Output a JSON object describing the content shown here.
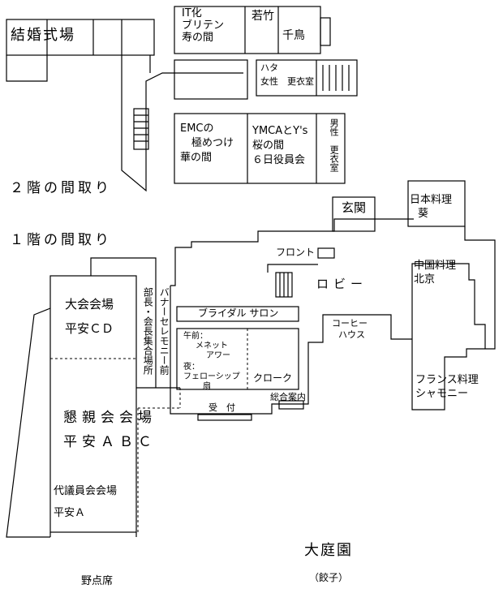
{
  "floor2": {
    "heading": "２階の間取り",
    "wedding_hall": "結婚式場",
    "it_room": [
      "IT化",
      "ブリテン",
      "寿の間"
    ],
    "wakatake": "若竹",
    "chidori": "千鳥",
    "hata_changing": [
      "ハタ",
      "女性　更衣室"
    ],
    "emc_room": [
      "EMCの",
      "極めつけ",
      "華の間"
    ],
    "ymca_room": [
      "YMCAとY's",
      "桜の間",
      "６日役員会"
    ],
    "male_changing": "男性　更衣室"
  },
  "floor1": {
    "heading": "１階の間取り",
    "entrance": "玄関",
    "japanese_restaurant": [
      "日本料理",
      "葵"
    ],
    "front_desk": "フロント",
    "lobby": "ロビー",
    "chinese_restaurant": [
      "中国料理",
      "北京"
    ],
    "daikaijo": [
      "大会会場",
      "平安ＣＤ"
    ],
    "bucho_room": "部長・会長集合場所",
    "banner_ceremony": "バナーセレモニー前",
    "bridal_salon": "ブライダル サロン",
    "coffee_house": [
      "コーヒー",
      "ハウス"
    ],
    "lunch_event": [
      "午前：",
      "メネット",
      "アワー"
    ],
    "night_event": [
      "夜：",
      "フェローシップ",
      "扇"
    ],
    "cloak": "クローク",
    "french_restaurant": [
      "フランス料理",
      "シャモニー"
    ],
    "info_desk": "総合案内",
    "reception": "受　付",
    "konshinkai": [
      "懇親会会場",
      "平安ＡＢＣ"
    ],
    "delegates": [
      "代議員会会場",
      "平安Ａ"
    ],
    "garden": "大庭園",
    "dumplings": "（餃子）",
    "nodate": "野点席"
  }
}
